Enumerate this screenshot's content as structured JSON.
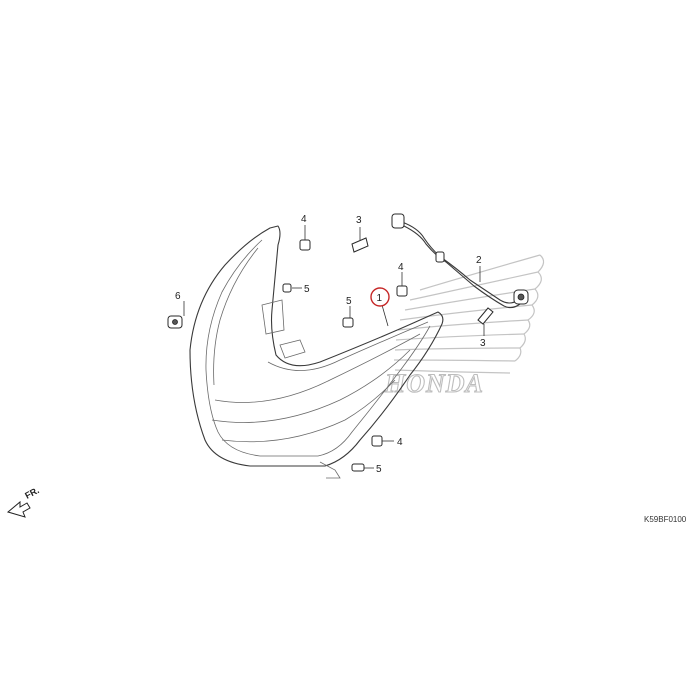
{
  "watermark": {
    "brand": "HONDA"
  },
  "diagram_code": "K59BF0100",
  "direction_label": "FR.",
  "callouts": {
    "headlight": "1",
    "wire_harness": "2",
    "clip_upper_left": "3",
    "clip_right": "3",
    "bolt_top_left": "4",
    "bolt_top_center": "4",
    "bolt_bottom": "4",
    "screw_left": "5",
    "screw_center": "5",
    "screw_bottom": "5",
    "bolt_side_left": "6"
  },
  "colors": {
    "highlight_circle": "#c62828",
    "watermark": "#bdbdbd",
    "line": "#3a3a3a"
  }
}
